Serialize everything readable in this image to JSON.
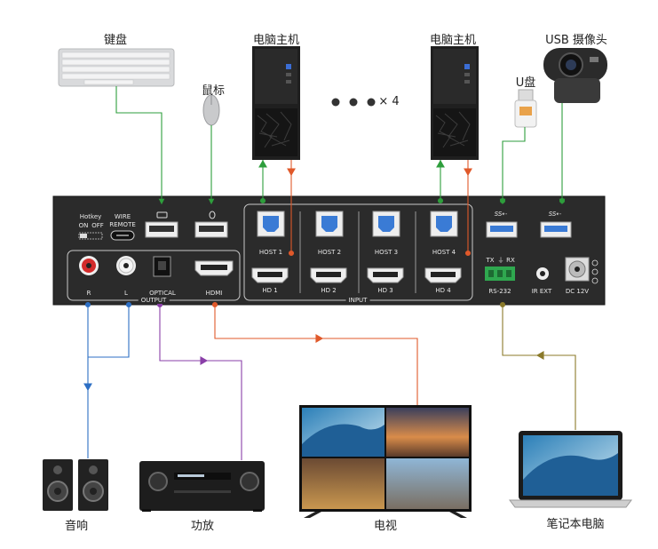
{
  "devices": {
    "keyboard": "键盘",
    "mouse": "鼠标",
    "pc1": "电脑主机",
    "pc2": "电脑主机",
    "more": "× 4",
    "udisk": "U盘",
    "webcam": "USB 摄像头",
    "speakers": "音响",
    "amplifier": "功放",
    "tv": "电视",
    "laptop": "笔记本电脑"
  },
  "panel": {
    "hotkey": "Hotkey",
    "on": "ON",
    "off": "OFF",
    "wire": "WIRE",
    "remote": "REMOTE",
    "r": "R",
    "l": "L",
    "optical": "OPTICAL",
    "hdmi": "HDMI",
    "output": "OUTPUT",
    "input": "INPUT",
    "host1": "HOST 1",
    "host2": "HOST 2",
    "host3": "HOST 3",
    "host4": "HOST 4",
    "hd1": "HD 1",
    "hd2": "HD 2",
    "hd3": "HD 3",
    "hd4": "HD 4",
    "ss": "SS⇠",
    "tx": "TX",
    "gnd": "⏚",
    "rx": "RX",
    "rs232": "RS-232",
    "irext": "IR EXT",
    "dc": "DC 12V"
  },
  "colors": {
    "green": "#2e9e3c",
    "orange": "#e0592a",
    "blue": "#2d6fc4",
    "purple": "#8a3fa8",
    "olive": "#8b7a2a",
    "panel": "#2b2b2b"
  }
}
